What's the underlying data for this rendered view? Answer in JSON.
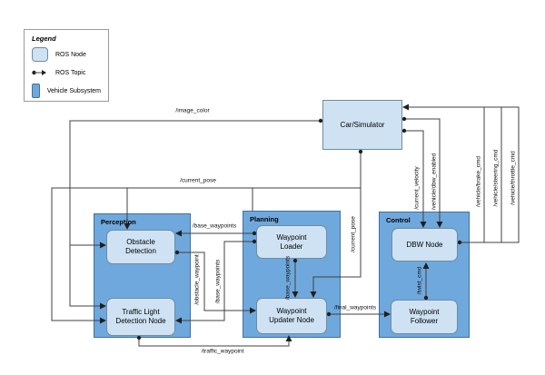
{
  "legend": {
    "title": "Legend",
    "items": [
      {
        "icon": "ros-node-swatch",
        "label": "ROS Node"
      },
      {
        "icon": "ros-topic-glyph",
        "label": "ROS Topic"
      },
      {
        "icon": "vehicle-subsystem-swatch",
        "label": "Vehicle Subsystem"
      }
    ]
  },
  "subsystems": {
    "perception": {
      "title": "Perception"
    },
    "planning": {
      "title": "Planning"
    },
    "control": {
      "title": "Control"
    }
  },
  "nodes": {
    "car_simulator": {
      "label": "Car/Simulator"
    },
    "obstacle_detection": {
      "label": "Obstacle Detection"
    },
    "traffic_light_detection": {
      "label": "Traffic Light Detection Node"
    },
    "waypoint_loader": {
      "label": "Waypoint Loader"
    },
    "waypoint_updater": {
      "label": "Waypoint Updater Node"
    },
    "dbw_node": {
      "label": "DBW Node"
    },
    "waypoint_follower": {
      "label": "Waypoint Follower"
    }
  },
  "topic_labels": {
    "image_color": "/image_color",
    "current_pose_top": "/current_pose",
    "base_waypoints_top": "/base_waypoints",
    "obstacle_waypoint": "/obstacle_waypoint",
    "base_waypoints_mid": "/base_waypoints",
    "base_waypoints_planning": "/base_waypoints",
    "current_pose_right": "/current_pose",
    "current_velocity": "/current_velocity",
    "dbw_enabled": "/vehicle/dbw_enabled",
    "brake_cmd": "/vehicle/brake_cmd",
    "steering_cmd": "/vehicle/steering_cmd",
    "throttle_cmd": "/vehicle/throttle_cmd",
    "twist_cmd": "/twist_cmd",
    "final_waypoints": "/final_waypoints",
    "traffic_waypoint": "/traffic_waypoint"
  },
  "colors": {
    "ros_node_fill": "#cfe2f3",
    "ros_node_border": "#6d8ca3",
    "subsystem_fill": "#6fa8dc",
    "subsystem_border": "#41719c",
    "edge_line": "#404040",
    "legend_border": "#9a9a9a",
    "background": "#ffffff"
  }
}
